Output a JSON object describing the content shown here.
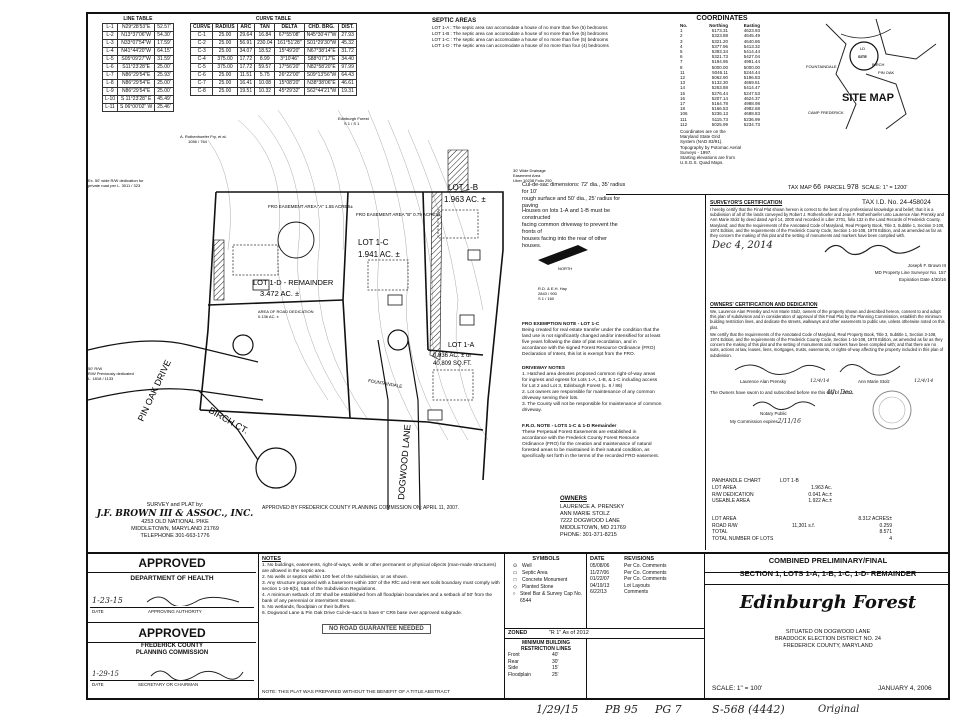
{
  "line_table": {
    "title": "LINE TABLE",
    "rows": [
      [
        "L-1",
        "N29°28'53\"E",
        "52.57'"
      ],
      [
        "L-2",
        "N13°37'06\"W",
        "54.30'"
      ],
      [
        "L-3",
        "N33°07'54\"W",
        "17.59'"
      ],
      [
        "L-4",
        "N41°44'20\"W",
        "64.15'"
      ],
      [
        "L-5",
        "S05°09'27\"W",
        "31.59'"
      ],
      [
        "L-6",
        "S11°23'28\"E",
        "25.00'"
      ],
      [
        "L-7",
        "N86°29'54\"E",
        "25.93'"
      ],
      [
        "L-8",
        "N86°29'54\"E",
        "25.00'"
      ],
      [
        "L-9",
        "N86°29'54\"E",
        "25.00'"
      ],
      [
        "L-10",
        "S 11°23'28\" E",
        "45.49'"
      ],
      [
        "L-11",
        "S 06°00'02\" W",
        "25.46'"
      ]
    ]
  },
  "curve_table": {
    "title": "CURVE TABLE",
    "headers": [
      "CURVE",
      "RADIUS",
      "ARC",
      "TAN",
      "DELTA",
      "CHD. BRG.",
      "DIST."
    ],
    "rows": [
      [
        "C-1",
        "25.00",
        "29.64",
        "16.84",
        "67°55'08\"",
        "N45°30'47\"W",
        "27.93"
      ],
      [
        "C-2",
        "25.00",
        "56.91",
        "230.04",
        "161°51'28\"",
        "S01°29'30\"W",
        "45.32"
      ],
      [
        "C-3",
        "25.00",
        "34.07",
        "18.52",
        "15°49'20\"",
        "N67°38'14\"E",
        "31.72"
      ],
      [
        "C-4",
        "375.00",
        "17.72",
        "8.99",
        "3°10'46\"",
        "S88°07'17\"E",
        "34.40"
      ],
      [
        "C-5",
        "375.00",
        "17.72",
        "59.57",
        "17°56'20\"",
        "N82°58'20\"E",
        "97.99"
      ],
      [
        "C-6",
        "25.00",
        "11.51",
        "5.75",
        "26°22'00\"",
        "S09°13'56\"W",
        "64.43"
      ],
      [
        "C-7",
        "25.00",
        "16.41",
        "10.08",
        "15°08'20\"",
        "N38°38'06\"E",
        "46.61"
      ],
      [
        "C-8",
        "25.00",
        "19.51",
        "10.32",
        "45°29'32\"",
        "S62°44'21\"W",
        "19.31"
      ]
    ]
  },
  "septic_areas": {
    "title": "SEPTIC AREAS",
    "lines": [
      "LOT 1-A : The septic area can accomodate a house of no more than five (5) bedrooms",
      "LOT 1-B : The septic area can accomodate a house of no more than five (5) bedrooms",
      "LOT 1-C : The septic area can accomodate a house of no more than five (5) bedrooms",
      "LOT 1-D : The septic area can accomodate a house of no more than four (4) bedrooms"
    ]
  },
  "coordinates": {
    "title": "COORDINATES",
    "headers": [
      "No.",
      "Northing",
      "Easting"
    ],
    "rows": [
      [
        "1",
        "5173.31",
        "4623.93"
      ],
      [
        "2",
        "5323.88",
        "4645.49"
      ],
      [
        "3",
        "5321.20",
        "4640.86"
      ],
      [
        "4",
        "5377.96",
        "5413.32"
      ],
      [
        "5",
        "5393.34",
        "5414.44"
      ],
      [
        "6",
        "5321.73",
        "5427.04"
      ],
      [
        "7",
        "5194.95",
        "4991.44"
      ],
      [
        "8",
        "5000.00",
        "5000.00"
      ],
      [
        "11",
        "5046.11",
        "5244.44"
      ],
      [
        "12",
        "5062.90",
        "5196.83"
      ],
      [
        "13",
        "5132.30",
        "4669.51"
      ],
      [
        "14",
        "5263.88",
        "5414.47"
      ],
      [
        "15",
        "5276.44",
        "5247.53"
      ],
      [
        "16",
        "5207.14",
        "4624.37"
      ],
      [
        "17",
        "5164.78",
        "4988.98"
      ],
      [
        "18",
        "5166.53",
        "4982.68"
      ],
      [
        "106",
        "5236.13",
        "4688.83"
      ],
      [
        "111",
        "5115.73",
        "5236.99"
      ],
      [
        "112",
        "5025.99",
        "5234.73"
      ]
    ],
    "notes": [
      "Coordinates are on the",
      "Maryland State Grid",
      "System (NAD 83/91).",
      "Topography by Potomac Aerial",
      "Surveys - 1997.",
      "Starting elevations are from",
      "U.S.G.S. Quad Maps."
    ]
  },
  "site_map": {
    "title": "SITE MAP",
    "tax_map_label": "TAX MAP",
    "tax_map": "66",
    "parcel_label": "PARCEL",
    "parcel": "978",
    "scale": "SCALE: 1\" = 1200'",
    "tax_id": "TAX I.D. No. 24-458024",
    "labels": [
      "FOUNTAINDALE",
      "CAMP FREDERICK",
      "SITE",
      "BIRCH",
      "PIN OAK",
      "LD"
    ]
  },
  "plan": {
    "lots": [
      {
        "name": "LOT 1-B",
        "area": "1.963 AC. ±"
      },
      {
        "name": "LOT 1-C",
        "area": "1.941 AC. ±"
      },
      {
        "name": "LOT 1-D - REMAINDER",
        "area": "3.472 AC. ±"
      },
      {
        "name": "LOT 1-A",
        "area": "0.936 AC. ± or",
        "area2": "40,809 SQ.FT."
      }
    ],
    "easements": [
      "FRO EASEMENT AREA \"A\" 1.55 ACRES±",
      "FRO EASEMENT AREA \"B\" 0.79 ACRES±"
    ],
    "streets": [
      "PIN OAK DRIVE",
      "BIRCH CT.",
      "DOGWOOD LANE",
      "FOUNTAINDALE"
    ],
    "notes_left": [
      "Ex. 50' wide R/W dedication for",
      "private road per L. 3011 / 323"
    ],
    "notes_left2": [
      "50' R/W",
      "R/W Previously dedicated",
      "L. 1818 / 1133"
    ],
    "owner_left": [
      "A. Rothenhoefer Fry, et al.",
      "1056 / 764"
    ],
    "edinburgh_label": [
      "Edinburgh Forest",
      "S 1 / S 1"
    ],
    "easement_right": [
      "30' Wide Drainage",
      "Easement Area",
      "Liber 10238 Folio 250"
    ],
    "cul_de_sac": [
      "Cul-de-sac dimensions: 72' dia., 35' radius for 10'",
      "rough surface and 50' dia., 25' radius for paving"
    ],
    "houses_note": [
      "Houses on lots 1-A and 1-B must be constructed",
      "facing common driveway to prevent the fronts of",
      "houses facing into the rear of other houses."
    ],
    "adjacent": [
      "R.D. & E.H. Hay",
      "2843 / 900",
      "S 1 / 160"
    ],
    "fro_note": {
      "title": "FRO EXEMPTION NOTE - LOT 1-C",
      "body": "Being created for real estate transfer under the condition that the land use is not significantly changed and/or intensified for at least five years following the date of plat recordation, and in accordance with the signed Forest Resource Ordinance (FRO) Declaration of Intent, this lot is exempt from the FRO."
    },
    "driveway_notes": {
      "title": "DRIVEWAY NOTES",
      "items": [
        "1. Hatched area denotes proposed common right-of-way areas for ingress and egress for Lots 1-A, 1-B, & 1-C including access for Lot 2 and Lot 3, Edinburgh Forest (L. 6 / 86)",
        "2. Lot owners are responsible for maintenance of any common driveway serving their lots.",
        "3. The County will not be responsible for maintenance of common driveway."
      ]
    },
    "fro_lots_note": {
      "title": "F.R.O. NOTE - LOTS 1-C & 1-D Remainder",
      "body": "These Perpetual Forest Easements are established in accordance with the Frederick County Forest Resource Ordinance (FRO) for the creation and maintenance of natural forested areas to be maintained in their natural condition, as specifically set forth in the terms of the recorded FRO easement."
    },
    "north_label": "NORTH",
    "dedication": [
      "AREA OF ROAD DEDICATION",
      "0.136 AC. ±"
    ],
    "fpc_approval": "APPROVED BY FREDERICK COUNTY PLANNING COMMISSION ON: APRIL 11, 2007."
  },
  "surveyor_block": {
    "lines": [
      "SURVEY and PLAT by:",
      "J.F. BROWN III & ASSOC., INC.",
      "4253 OLD NATIONAL PIKE",
      "MIDDLETOWN, MARYLAND 21769",
      "TELEPHONE 301-663-1776"
    ]
  },
  "surveyor_cert": {
    "title": "SURVEYOR'S CERTIFICATION",
    "body": "I hereby certify that the Final Plat shown hereon is correct to the best of my professional knowledge and belief; that it is a subdivision of all of the lands conveyed by Robert J. Rothenhoefer and Jean F. Rothenhoefer unto Laurence Alan Prensky and Ann Marie Stolz by deed dated April 14, 2000 and recorded in Liber 2701, folio 132 in the Land Records of Frederick County, Maryland; and that the requirements of the Annotated Code of Maryland, Real Property Book, Title 3, Subtitle 1, Section 3-108, 1974 Edition, and the requirements of the Frederick County Code, Section 1-16-108, 1978 Edition, and as amended as far as they concern the making of this plat and the setting of monuments and markers have been complied with.",
    "date_handwritten": "Dec 4, 2014",
    "name": "Joseph F. Brown III",
    "license": "MD Property Line Surveyor No. 157",
    "expiration": "Expiration Date 4/30/16"
  },
  "owners_cert": {
    "title": "OWNERS' CERTIFICATION AND DEDICATION",
    "body": "We, Laurence Alan Prensky and Ann Marie Stolz, owners of the property shown and described hereon, consent to and adopt this plan of subdivision and in consideration of approval of this Final Plat by the Planning Commission, establish the minimum building restriction lines, and dedicate the streets, walkways and other easements to public use, unless otherwise noted on this plat.",
    "body2": "We certify that the requirements of the Annotated Code of Maryland, Real Property Book, Title 3, Subtitle 1, Section 3-108, 1974 Edition, and the requirements of the Frederick County Code, Section 1-16-108, 1978 Edition, as amended as far as they concern the making of this plat and the setting of monuments and markers have been complied with; and that there are no suits, actions at law, leases, liens, mortgages, trusts, easements, or rights-of-way affecting the property included in this plan of subdivision.",
    "signer1": "Laurence Alan Prensky",
    "signer2": "Ann Marie Stolz",
    "date1": "12/4/14",
    "date2": "12/4/14",
    "notary_text": "The Owners have sworn to and subscribed before me this",
    "notary_day": "4th",
    "notary_day_label": "day of",
    "notary_month": "Dec.",
    "notary_year": ", 2014",
    "notary_label": "Notary Public",
    "commission": "My Commission expires",
    "commission_date": "2/11/16"
  },
  "panhandle_chart": {
    "title": "PANHANDLE CHART",
    "col": "LOT 1-B",
    "rows": [
      [
        "LOT AREA",
        "1.963 Ac."
      ],
      [
        "R/W DEDICATION",
        "0.041 Ac.±"
      ],
      [
        "USEABLE AREA",
        "1.922 Ac.±"
      ]
    ]
  },
  "area_summary": {
    "rows": [
      [
        "LOT AREA",
        "",
        "8.312 ACRES±"
      ],
      [
        "ROAD R/W",
        "11,301 s.f.",
        "0.259"
      ],
      [
        "TOTAL",
        "",
        "8.571"
      ],
      [
        "TOTAL NUMBER OF LOTS",
        "",
        "4"
      ]
    ]
  },
  "owners": {
    "title": "OWNERS",
    "lines": [
      "LAURENCE A. PRENSKY",
      "ANN MARIE STOLZ",
      "7222 DOGWOOD LANE",
      "MIDDLETOWN, MD 21769",
      "PHONE: 301-371-8215"
    ]
  },
  "approvals": {
    "health": {
      "title": "APPROVED",
      "dept": "DEPARTMENT OF HEALTH",
      "date": "1-23-15",
      "date_label": "DATE",
      "authority_label": "APPROVING AUTHORITY"
    },
    "planning": {
      "title": "APPROVED",
      "dept1": "FREDERICK COUNTY",
      "dept2": "PLANNING COMMISSION",
      "date": "1-29-15",
      "date_label": "DATE",
      "sec_label": "SECRETARY OR CHAIRMAN"
    }
  },
  "notes": {
    "title": "NOTES",
    "items": [
      "1. No buildings, easements, right-of-ways, wells or other permanent or physical objects (man-made structures) are allowed in the septic area.",
      "2. No wells or septics within 100 feet of the subdivision, or as shown.",
      "3. Any structure proposed with a basement within 100' of the RfC and Hm8 wet soils boundary must comply with section 1-16-8(b), 5&6 of the Subdivision Regulations.",
      "4. A minimum setback of 25' shall be established from all floodplain boundaries and a setback of 50' from the bank of any perennial or intermittent stream.",
      "5. No wetlands, floodplain or their buffers.",
      "6. Dogwood Lane & Pin Oak Drive Cul-de-sacs to have 6\" CR6 base over approved subgrade."
    ],
    "stamp": "NO ROAD GUARANTEE NEEDED",
    "footer": "NOTE: THIS PLAT WAS PREPARED WITHOUT THE BENEFIT OF A TITLE ABSTRACT"
  },
  "symbols": {
    "title": "SYMBOLS",
    "items": [
      {
        "sym": "⊙",
        "label": "Well"
      },
      {
        "sym": "▭",
        "label": "Septic Area"
      },
      {
        "sym": "□",
        "label": "Concrete Monument"
      },
      {
        "sym": "◇",
        "label": "Planted Stone"
      },
      {
        "sym": "○",
        "label": "Steel Bar & Survey Cap No. 6544"
      }
    ]
  },
  "revisions": {
    "title_date": "DATE",
    "title_rev": "REVISIONS",
    "rows": [
      [
        "05/08/06",
        "Per Co. Comments"
      ],
      [
        "11/27/06",
        "Per Co. Comments"
      ],
      [
        "01/22/07",
        "Per Co. Comments"
      ],
      [
        "04/19/13",
        "Lot Layouts"
      ],
      [
        "6/22/13",
        "Comments"
      ]
    ]
  },
  "zoning": {
    "label": "ZONED",
    "value": "\"R 1\" As of 2012"
  },
  "brl": {
    "title": "MINIMUM BUILDING RESTRICTION LINES",
    "rows": [
      [
        "Front",
        "40'"
      ],
      [
        "Rear",
        "30'"
      ],
      [
        "Side",
        "15'"
      ],
      [
        "Floodplain",
        "25'"
      ]
    ]
  },
  "title_block": {
    "line1": "COMBINED PRELIMINARY/FINAL",
    "line2": "SECTION 1, LOTS 1-A, 1-B, 1-C, 1-D- REMAINDER",
    "name": "Edinburgh Forest",
    "loc1": "SITUATED ON DOGWOOD LANE",
    "loc2": "BRADDOCK ELECTION DISTRICT NO. 24",
    "loc3": "FREDERICK COUNTY, MARYLAND",
    "scale": "SCALE: 1\" = 100'",
    "date": "JANUARY 4, 2006"
  },
  "bottom_handwriting": {
    "date": "1/29/15",
    "plat_book": "PB 95",
    "page": "PG 7",
    "file": "S-568 (4442)",
    "original": "Original"
  }
}
